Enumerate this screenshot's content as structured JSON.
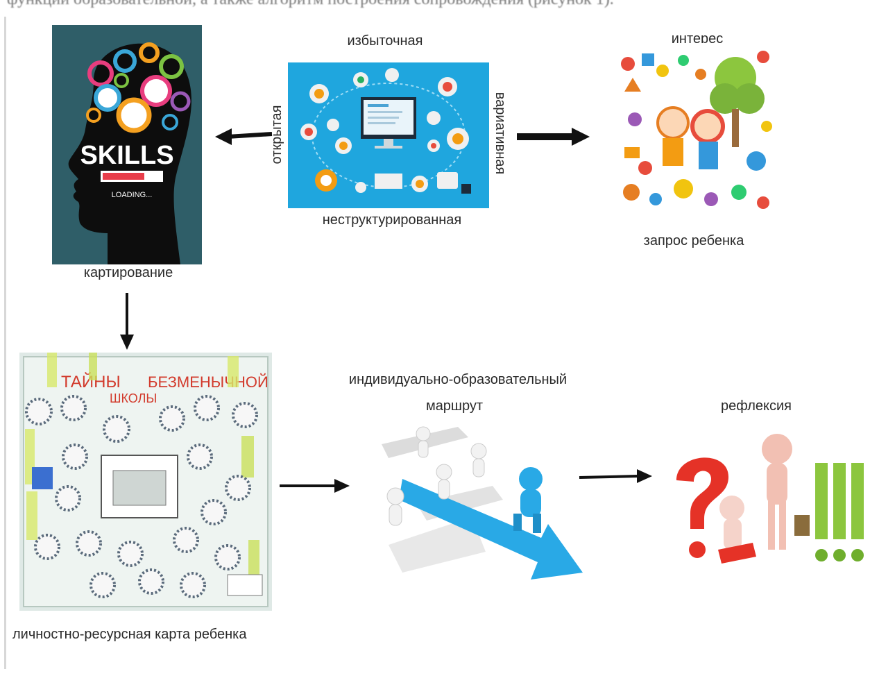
{
  "document": {
    "top_line_fragment": "функции образовательной, а также алгоритм построения сопровождения (рисунок 1)."
  },
  "diagram": {
    "skills_image": {
      "headline": "SKILLS",
      "sub": "LOADING...",
      "caption": "картирование"
    },
    "info_image": {
      "top": "избыточная",
      "left": "открытая",
      "right": "вариативная",
      "bottom": "неструктурированная"
    },
    "child_image": {
      "top": "интерес",
      "caption": "запрос ребенка"
    },
    "map_image": {
      "title_left": "ТАЙНЫ",
      "title_right": "БЕЗМЕНЫЧНОЙ",
      "title_sub": "ШКОЛЫ",
      "caption": "личностно-ресурсная карта ребенка"
    },
    "route_image": {
      "caption_line1": "индивидуально-образовательный",
      "caption_line2": "маршрут"
    },
    "reflex_image": {
      "caption": "рефлексия"
    },
    "colors": {
      "arrow": "#111111",
      "skills_bg": "#2f5e68",
      "info_bg": "#1fa6de",
      "route_arrow": "#29a9e6",
      "question": "#e53227",
      "exclaim": "#8cc63e"
    }
  }
}
